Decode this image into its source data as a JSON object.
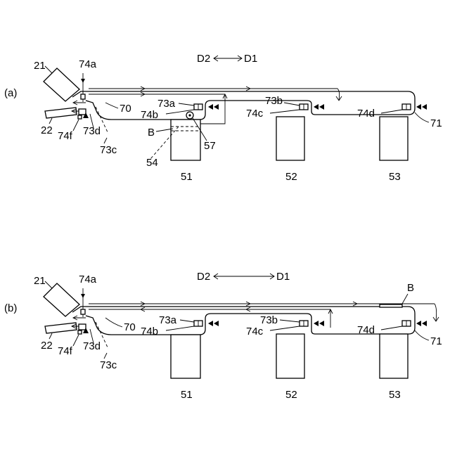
{
  "direction_label": "D2 ⟷ D1",
  "panels": [
    {
      "id": "a",
      "label": "(a)",
      "direction_left": "D2",
      "direction_right": "D1",
      "labels": {
        "cassette_upper": "21",
        "cassette_lower": "22",
        "sensor_top": "74a",
        "sensor_a": "74b",
        "sensor_b": "74c",
        "sensor_d": "74d",
        "sensor_f": "74f",
        "branch_a": "73a",
        "branch_b": "73b",
        "branch_c": "73c",
        "branch_d": "73d",
        "path_main": "70",
        "path_end": "71",
        "tray_1": "51",
        "tray_2": "52",
        "tray_3": "53",
        "sheet": "B",
        "guide": "54",
        "roller": "57"
      }
    },
    {
      "id": "b",
      "label": "(b)",
      "direction_left": "D2",
      "direction_right": "D1",
      "labels": {
        "cassette_upper": "21",
        "cassette_lower": "22",
        "sensor_top": "74a",
        "sensor_a": "74b",
        "sensor_b": "74c",
        "sensor_d": "74d",
        "sensor_f": "74f",
        "branch_a": "73a",
        "branch_b": "73b",
        "branch_c": "73c",
        "branch_d": "73d",
        "path_main": "70",
        "path_end": "71",
        "tray_1": "51",
        "tray_2": "52",
        "tray_3": "53",
        "sheet": "B"
      }
    }
  ]
}
